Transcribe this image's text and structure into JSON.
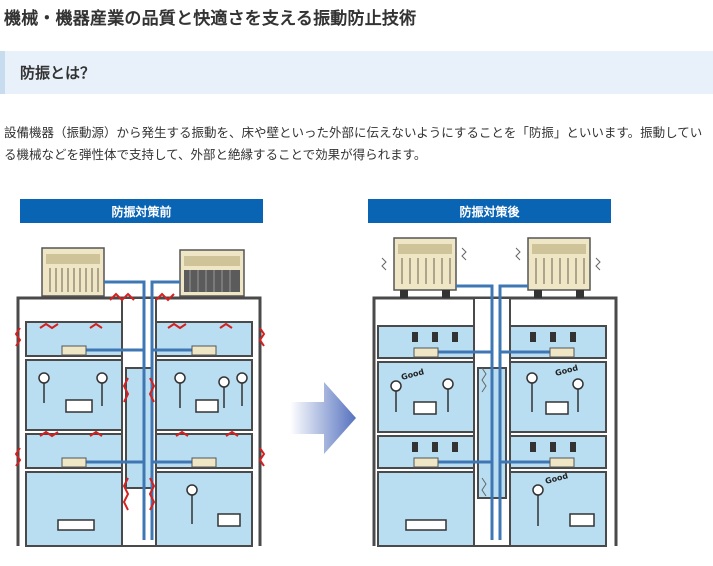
{
  "page": {
    "title": "機械・機器産業の品質と快適さを支える振動防止技術"
  },
  "section": {
    "heading": "防振とは？"
  },
  "intro": {
    "text": "設備機器（振動源）から発生する振動を、床や壁といった外部に伝えないようにすることを「防振」といいます。振動している機械などを弾性体で支持して、外部と絶縁することで効果が得られます。"
  },
  "diagram": {
    "before_label": "防振対策前",
    "after_label": "防振対策後",
    "good_word": "Good",
    "colors": {
      "label_bg": "#0a64b4",
      "room_fill": "#b9def2",
      "wall": "#4a4a4a",
      "duct": "#3f77b4",
      "vibration_red": "#d42020",
      "mount_dark": "#333333",
      "unit_body": "#efe6c6",
      "arrow": "#5572bf"
    },
    "icons": {
      "ac_units": "outdoor-ac-unit-icon",
      "vibration": "vibration-wave-icon",
      "isolator": "spring-isolator-icon",
      "transfer": "right-arrow-icon"
    }
  }
}
